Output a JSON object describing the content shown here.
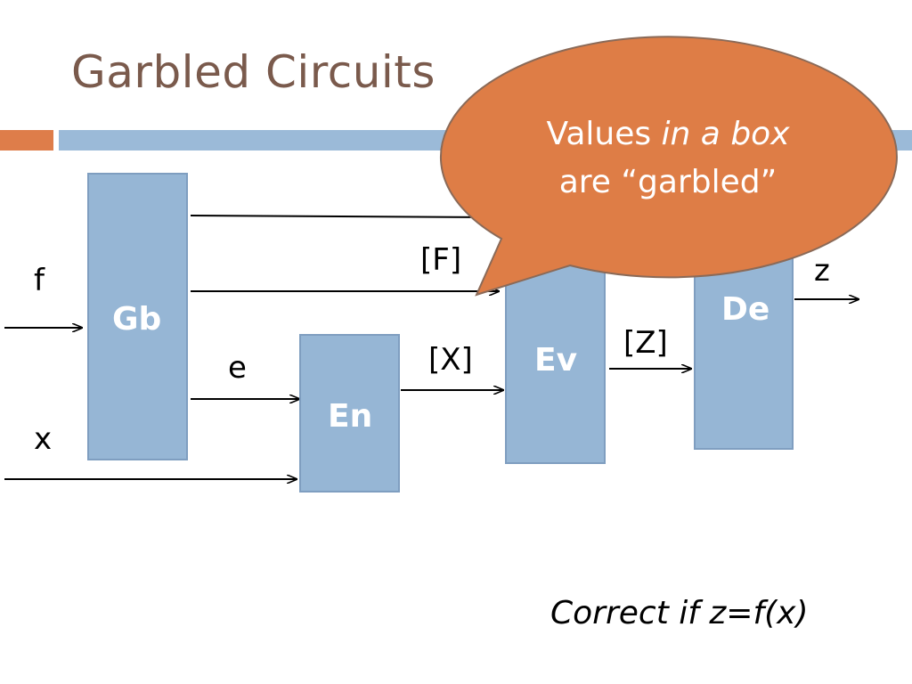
{
  "slide": {
    "title": "Garbled Circuits",
    "blocks": {
      "gb": "Gb",
      "en": "En",
      "ev": "Ev",
      "de": "De"
    },
    "wire_labels": {
      "f": "f",
      "x": "x",
      "e": "e",
      "F": "[F]",
      "X": "[X]",
      "Z": "[Z]",
      "z": "z"
    },
    "callout": {
      "line1_prefix": "Values ",
      "line1_italic": "in a box",
      "line2": "are “garbled”"
    },
    "footer": "Correct if  z=f(x)"
  },
  "colors": {
    "title": "#7a5a4c",
    "accent_orange": "#de7d4a",
    "accent_blue": "#9bbad8",
    "box_fill": "#96b6d5",
    "box_border": "#7f9ec0",
    "callout_fill": "#de7d46",
    "callout_border": "#8a6a58"
  }
}
